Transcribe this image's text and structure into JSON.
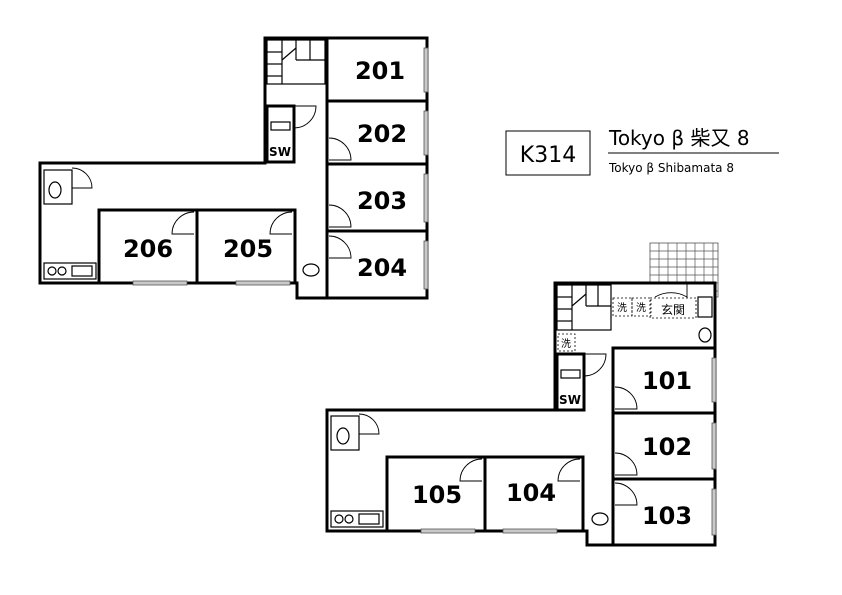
{
  "property": {
    "code": "K314",
    "name_jp": "Tokyo β 柴又 8",
    "name_en": "Tokyo β  Shibamata 8"
  },
  "floor2": {
    "rooms": [
      "201",
      "202",
      "203",
      "204",
      "205",
      "206"
    ],
    "shower": "SW"
  },
  "floor1": {
    "rooms": [
      "101",
      "102",
      "103",
      "104",
      "105"
    ],
    "shower": "SW",
    "laundry_1": "洗",
    "laundry_2": "洗",
    "laundry_3": "洗",
    "entrance": "玄関"
  }
}
